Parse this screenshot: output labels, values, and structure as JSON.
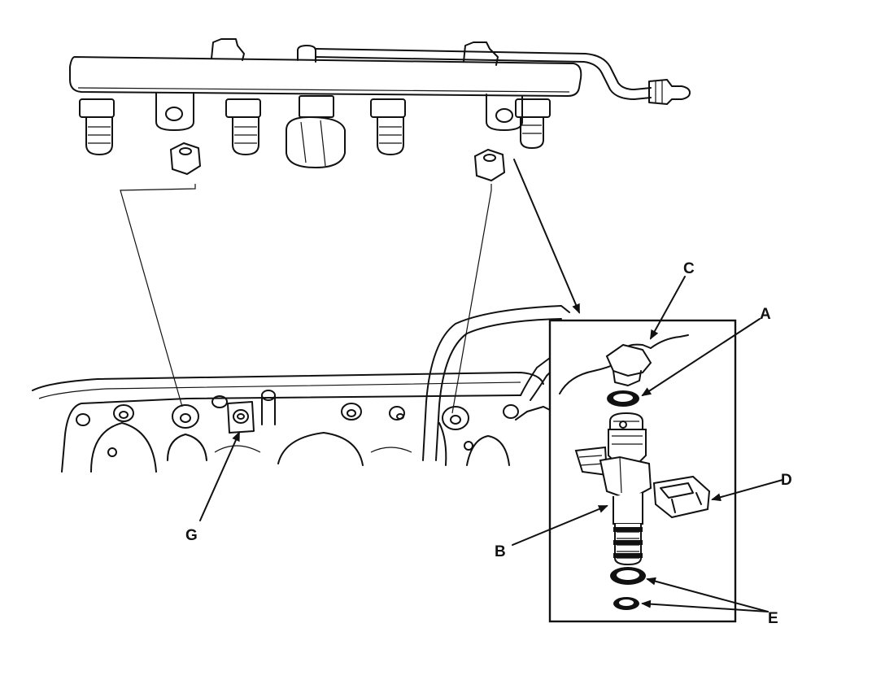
{
  "labels": {
    "a": "A",
    "b": "B",
    "c": "C",
    "d": "D",
    "e": "E",
    "g": "G"
  },
  "colors": {
    "ink": "#111111",
    "paper": "#ffffff"
  }
}
